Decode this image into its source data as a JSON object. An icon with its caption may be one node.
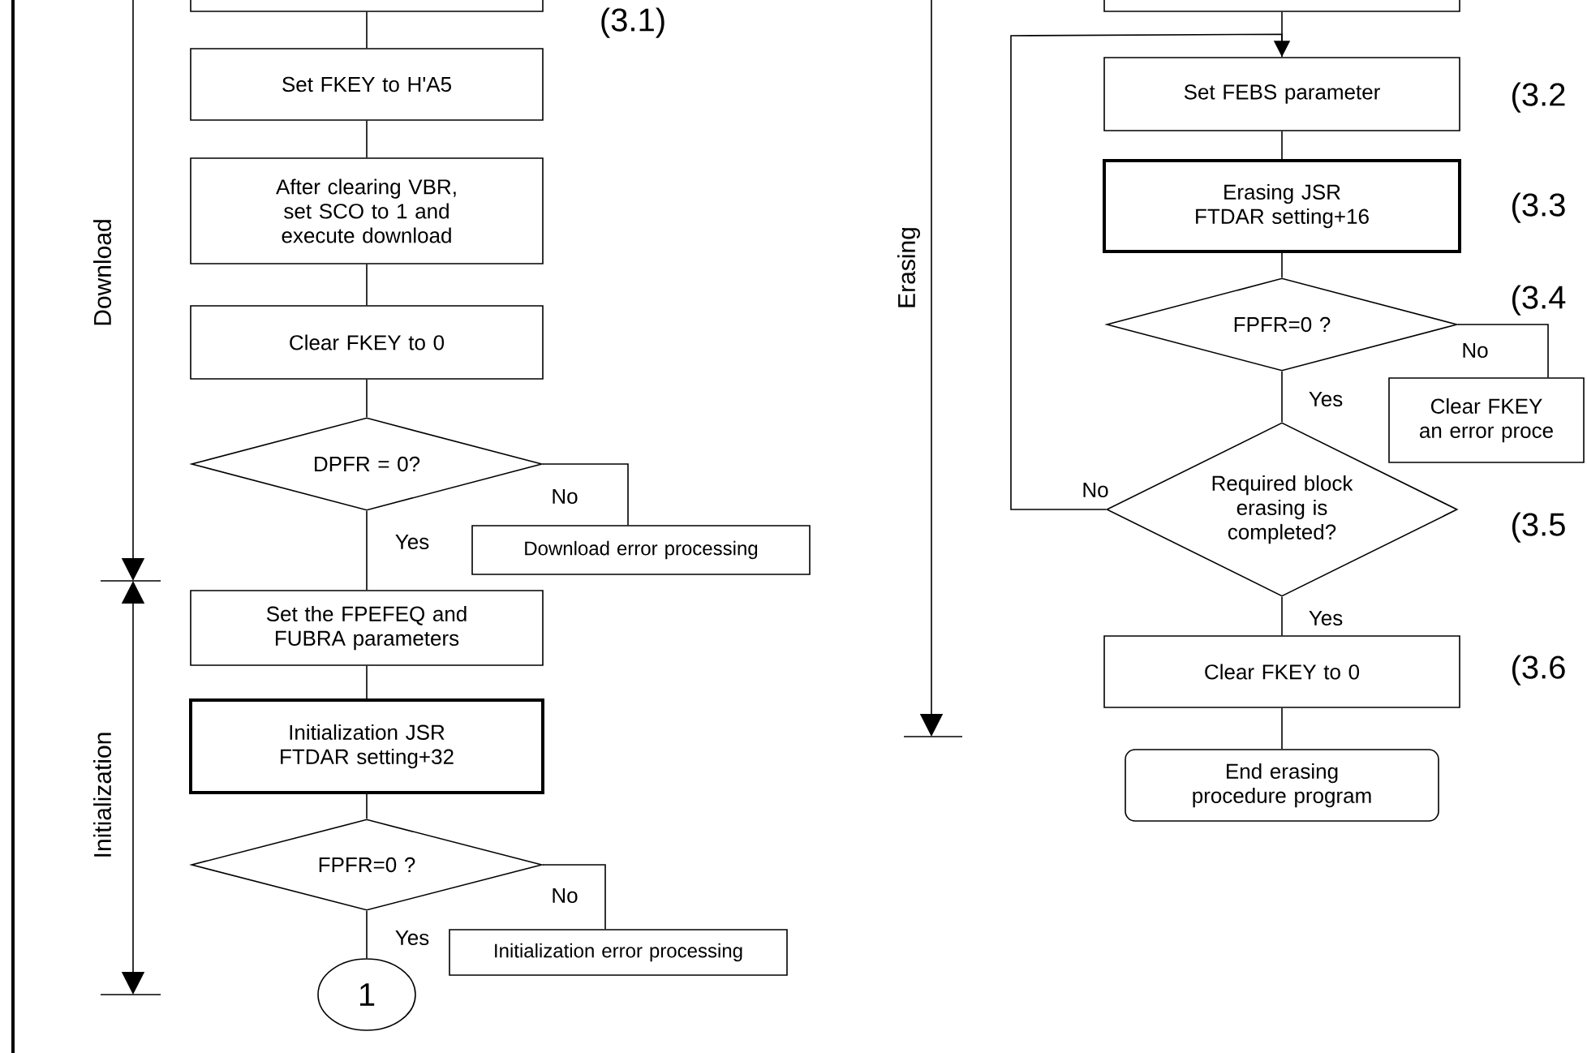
{
  "diagram": {
    "nodes": [
      {
        "text": [],
        "shape": "box"
      },
      {
        "text": [
          "Set FKEY to H'A5"
        ]
      },
      {
        "text": [
          "After clearing VBR, set SCO to 1 and execute download"
        ]
      },
      {
        "text": [
          "Clear FKEY to 0"
        ]
      },
      {
        "text": [
          "DPFR = 0?"
        ]
      },
      {
        "text": [
          "Download error processing"
        ]
      },
      {
        "text": [
          "Set the FPEFEQ and FUBRA parameters"
        ]
      },
      {
        "text": [
          "Initialization JSR FTDAR setting+32"
        ]
      },
      {
        "text": [
          "FPFR=0 ?"
        ]
      },
      {
        "text": [
          "Initialization error processing"
        ]
      },
      {
        "text": [
          "1"
        ]
      },
      {
        "text": [],
        "shape": "box"
      },
      {
        "text": [
          "Set FEBS parameter"
        ]
      },
      {
        "text": [
          "Erasing JSR FTDAR setting+16"
        ]
      },
      {
        "text": [
          "FPFR=0 ?"
        ]
      },
      {
        "text": [
          "Clear FKEY an error proce"
        ]
      },
      {
        "text": [
          "Required block erasing is completed?"
        ]
      },
      {
        "text": [
          "Clear FKEY to 0"
        ]
      },
      {
        "text": [
          "End erasing procedure program"
        ]
      }
    ],
    "edges": [
      {
        "from": 0,
        "to": 1,
        "arrow": "none"
      },
      {
        "from": 1,
        "to": 2,
        "arrow": "none"
      },
      {
        "from": 2,
        "to": 3,
        "arrow": "none"
      },
      {
        "from": 3,
        "to": 4,
        "arrow": "none"
      },
      {
        "from": 4,
        "to": 5,
        "arrow": "none",
        "label": "No"
      },
      {
        "from": 4,
        "to": 6,
        "arrow": "none",
        "label": "Yes"
      },
      {
        "from": 6,
        "to": 7,
        "arrow": "none"
      },
      {
        "from": 7,
        "to": 8,
        "arrow": "none"
      },
      {
        "from": 8,
        "to": 9,
        "arrow": "none",
        "label": "No"
      },
      {
        "from": 8,
        "to": 10,
        "arrow": "none",
        "label": "Yes"
      },
      {
        "from": 11,
        "to": 12,
        "arrow": "none"
      },
      {
        "from": 12,
        "to": 13,
        "arrow": "none"
      },
      {
        "from": 13,
        "to": 14,
        "arrow": "none"
      },
      {
        "from": 14,
        "to": 15,
        "arrow": "none",
        "label": "No"
      },
      {
        "from": 14,
        "to": 16,
        "arrow": "none",
        "label": "Yes"
      },
      {
        "from": 16,
        "to": 12,
        "arrow": "to",
        "label": "No"
      },
      {
        "from": 16,
        "to": 17,
        "arrow": "none",
        "label": "Yes"
      },
      {
        "from": 17,
        "to": 18,
        "arrow": "none"
      }
    ],
    "labels": [
      "(3.1)",
      "Download",
      "Initialization",
      "Erasing",
      "(3.2",
      "(3.3",
      "(3.4",
      "(3.5",
      "(3.6"
    ]
  }
}
